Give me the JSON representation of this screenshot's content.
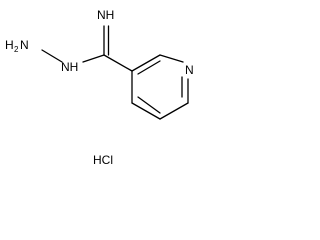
{
  "molecule": {
    "atoms": {
      "imine_nh": "NH",
      "hydrazine_h2n_h": "H",
      "hydrazine_h2n_sub": "2",
      "hydrazine_h2n_n": "N",
      "hydrazine_nh": "NH",
      "pyridine_n": "N"
    },
    "salt": "HCl"
  }
}
